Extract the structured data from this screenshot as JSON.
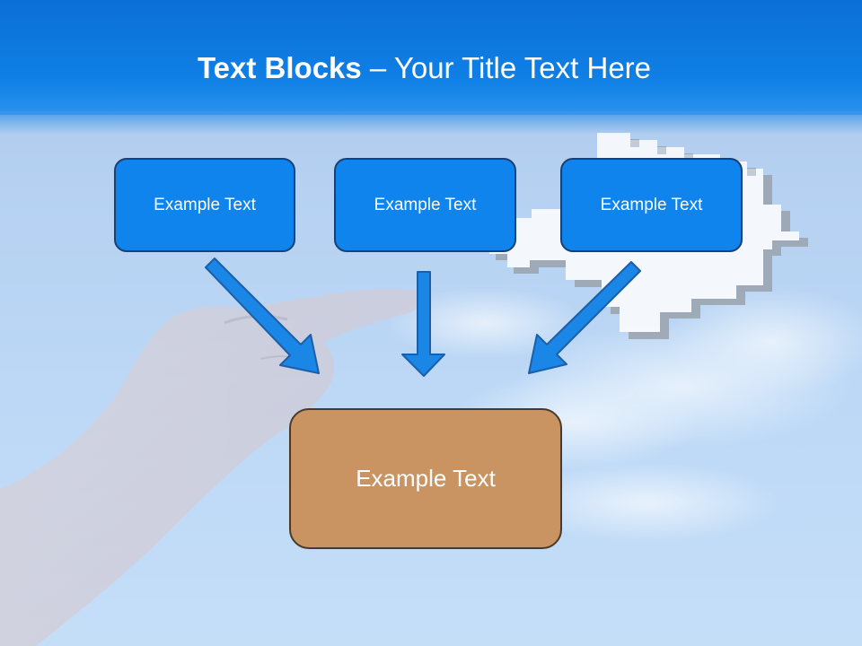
{
  "slide": {
    "title_bold": "Text Blocks",
    "title_rest": " – Your Title Text Here",
    "top_boxes": [
      {
        "label": "Example Text"
      },
      {
        "label": "Example Text"
      },
      {
        "label": "Example Text"
      }
    ],
    "bottom_box": {
      "label": "Example Text"
    }
  },
  "colors": {
    "header": "#0f80e6",
    "box_blue": "#0f84ec",
    "box_brown": "#c99461",
    "arrow": "#1a86e6"
  },
  "icons": [
    "hand-image",
    "pixel-cursor-hand-icon",
    "cloud-shape"
  ]
}
